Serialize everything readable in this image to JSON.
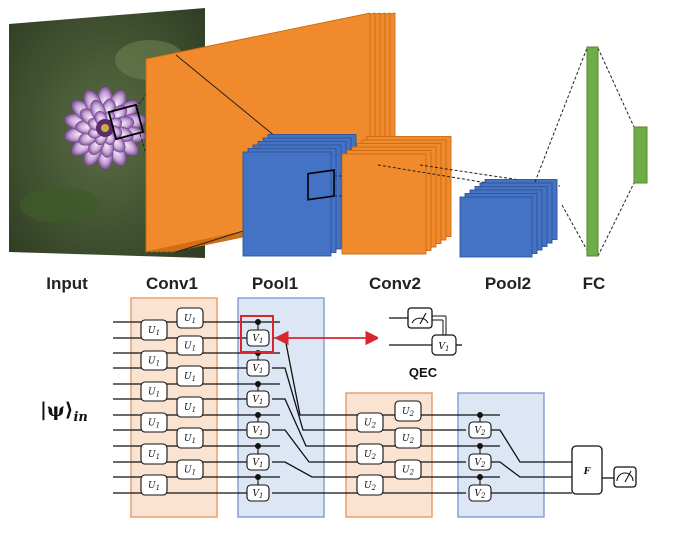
{
  "cnn": {
    "labels": {
      "input": "Input",
      "conv1": "Conv1",
      "pool1": "Pool1",
      "conv2": "Conv2",
      "pool2": "Pool2",
      "fc": "FC"
    },
    "colors": {
      "conv": "#f08a2c",
      "conv_edge": "#c96a12",
      "pool": "#4472c4",
      "pool_edge": "#2f5597",
      "fc": "#70ad47",
      "fc_edge": "#4e8a2c"
    }
  },
  "qcnn": {
    "input_state": "|ψ⟩",
    "input_state_sub": "in",
    "conv1_gate": "U",
    "conv1_gate_sub": "1",
    "pool1_gate": "V",
    "pool1_gate_sub": "1",
    "conv2_gate": "U",
    "conv2_gate_sub": "2",
    "pool2_gate": "V",
    "pool2_gate_sub": "2",
    "fc_gate": "F",
    "qec_label": "QEC",
    "qec_gate": "V",
    "qec_gate_sub": "1",
    "colors": {
      "conv_bg": "#fbe3d2",
      "conv_border": "#e59a6a",
      "pool_bg": "#dde6f4",
      "pool_border": "#7f9ccd",
      "highlight": "#d9262c"
    }
  }
}
